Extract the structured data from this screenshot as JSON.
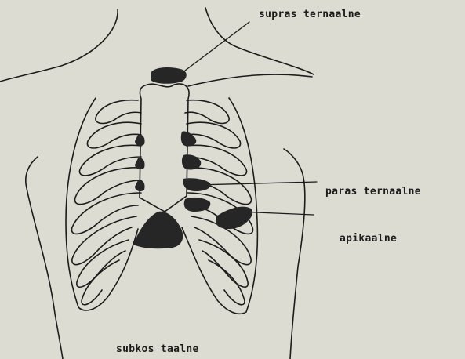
{
  "labels": {
    "suprasternal": "supras ternaalne",
    "parasternal": "paras ternaalne",
    "apical": "apikaalne",
    "subcostal": "subkos taalne"
  },
  "colors": {
    "background": "#dcdcd2",
    "ink": "#1c1c1c",
    "marker": "#262626"
  }
}
